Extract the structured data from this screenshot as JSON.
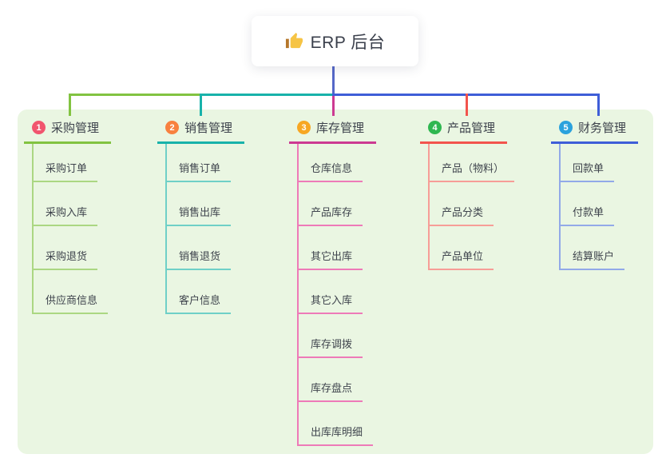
{
  "root": {
    "title": "ERP 后台",
    "icon": "thumbs-up-icon",
    "icon_main_color": "#f6c445",
    "icon_cuff_color": "#b5762a",
    "connector_color": "#5568c8",
    "text_color": "#3a3f4b"
  },
  "canvas": {
    "background": "#ffffff",
    "panel_background": "#eaf6e2"
  },
  "branches": [
    {
      "index": "1",
      "title": "采购管理",
      "badge_color": "#f1556e",
      "line_color": "#82c341",
      "child_line_color": "#abd782",
      "children": [
        "采购订单",
        "采购入库",
        "采购退货",
        "供应商信息"
      ]
    },
    {
      "index": "2",
      "title": "销售管理",
      "badge_color": "#f8813f",
      "line_color": "#18b2aa",
      "child_line_color": "#6fd0c7",
      "children": [
        "销售订单",
        "销售出库",
        "销售退货",
        "客户信息"
      ]
    },
    {
      "index": "3",
      "title": "库存管理",
      "badge_color": "#f7a723",
      "line_color": "#cc3a92",
      "child_line_color": "#ee7ab8",
      "children": [
        "仓库信息",
        "产品库存",
        "其它出库",
        "其它入库",
        "库存调拨",
        "库存盘点",
        "出库库明细"
      ]
    },
    {
      "index": "4",
      "title": "产品管理",
      "badge_color": "#2fb750",
      "line_color": "#f2544d",
      "child_line_color": "#f79d97",
      "children": [
        "产品（物料）",
        "产品分类",
        "产品单位"
      ]
    },
    {
      "index": "5",
      "title": "财务管理",
      "badge_color": "#2ba2dd",
      "line_color": "#3e5ed8",
      "child_line_color": "#92a9e8",
      "children": [
        "回款单",
        "付款单",
        "结算账户"
      ]
    }
  ]
}
